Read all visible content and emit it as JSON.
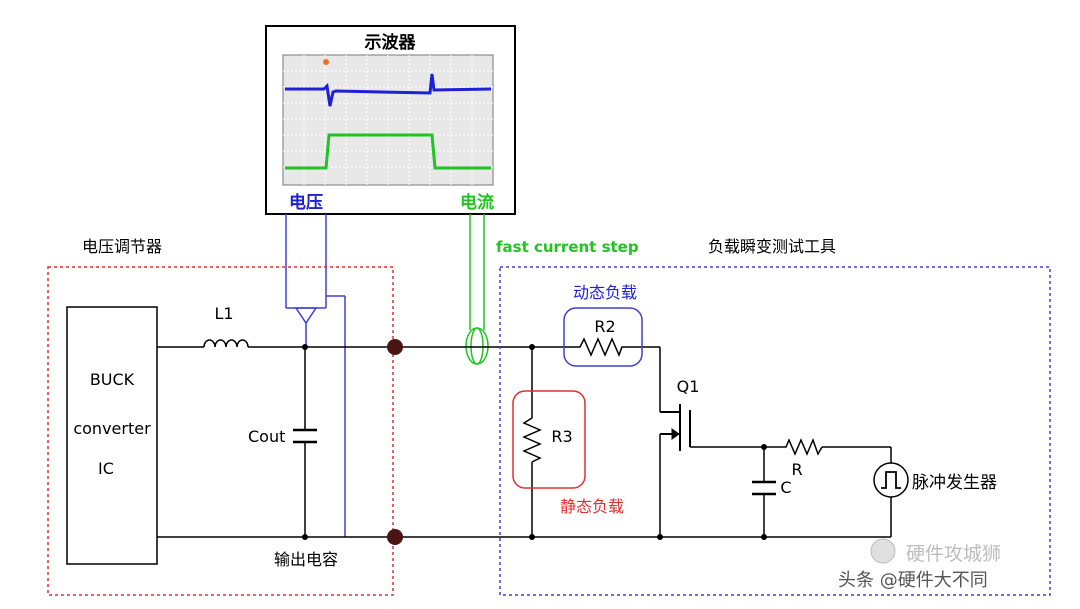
{
  "scope": {
    "title": "示波器",
    "voltage_label": "电压",
    "current_label": "电流",
    "voltage_color": "#1f1fd6",
    "current_color": "#22c322"
  },
  "regulator": {
    "title": "电压调节器",
    "box_color": "#e03030",
    "ic_line1": "BUCK",
    "ic_line2": "converter",
    "ic_line3": "IC",
    "inductor": "L1",
    "cap": "Cout",
    "cap_caption": "输出电容"
  },
  "probe": {
    "current_label": "fast current step"
  },
  "tester": {
    "title": "负载瞬变测试工具",
    "box_color": "#4040d0",
    "dynamic_load": "动态负载",
    "static_load": "静态负载",
    "r2": "R2",
    "r3": "R3",
    "q1": "Q1",
    "r": "R",
    "c": "C",
    "pulse_gen": "脉冲发生器"
  },
  "watermark": {
    "line1": "硬件攻城狮",
    "line2": "头条 @硬件大不同"
  }
}
